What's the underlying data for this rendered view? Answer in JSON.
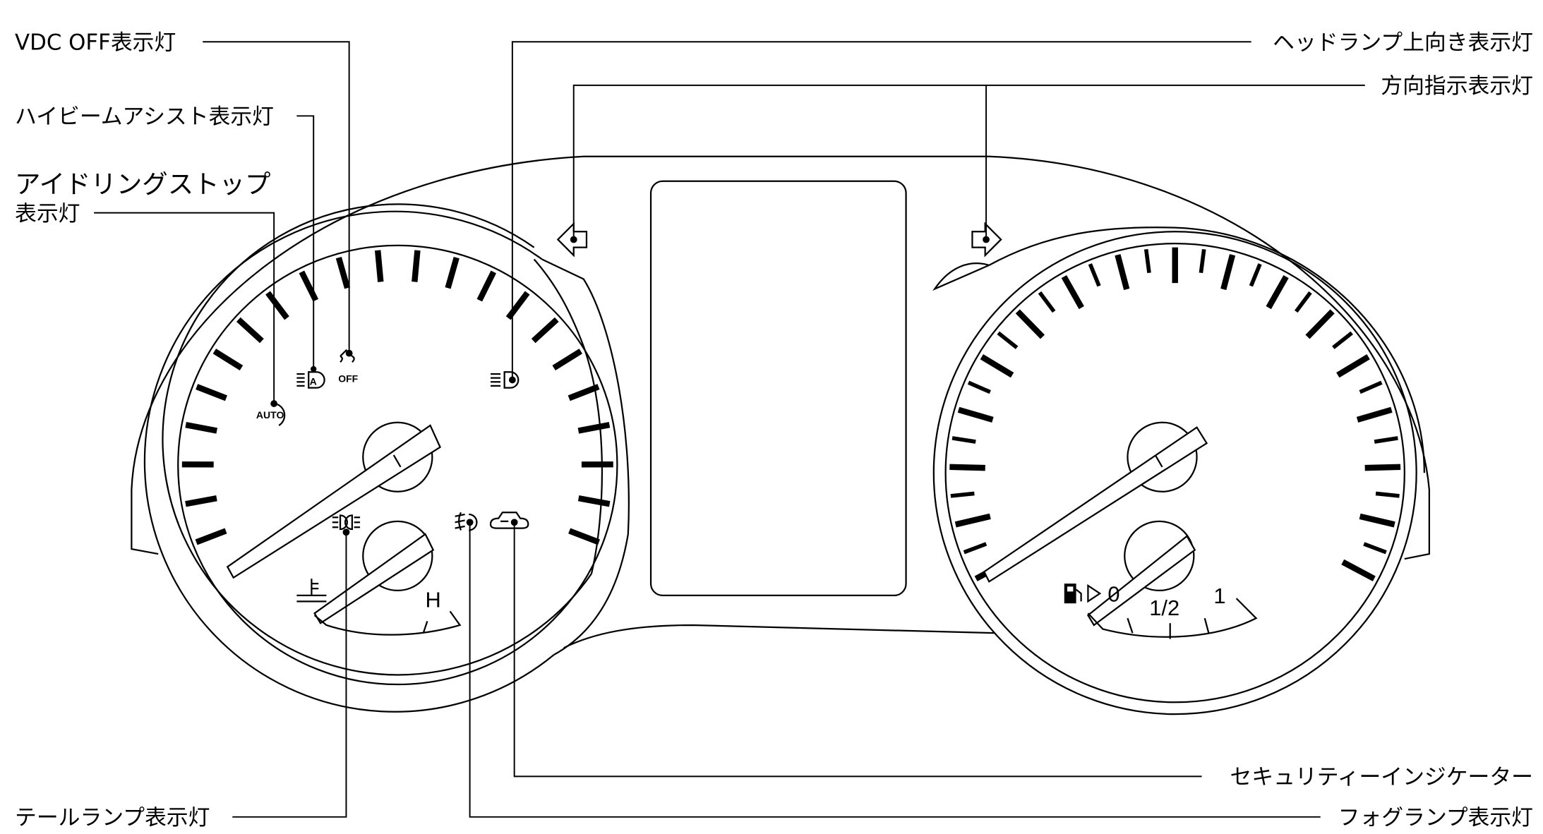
{
  "labels": {
    "vdc_off": "VDC OFF表示灯",
    "high_beam_assist": "ハイビームアシスト表示灯",
    "idling_stop_line1": "アイドリングストップ",
    "idling_stop_line2": "表示灯",
    "headlamp_high": "ヘッドランプ上向き表示灯",
    "turn_signal": "方向指示表示灯",
    "security": "セキュリティーインジケーター",
    "fog_lamp": "フォグランプ表示灯",
    "tail_lamp": "テールランプ表示灯"
  },
  "gauges": {
    "temp_hot": "H",
    "fuel_half": "1/2",
    "fuel_full": "1",
    "fuel_empty": "0"
  },
  "icons": {
    "vdc_off_text": "OFF",
    "idling_stop_text": "AUTO",
    "high_beam_assist_text": "A"
  },
  "colors": {
    "line": "#000000",
    "background": "#ffffff"
  }
}
